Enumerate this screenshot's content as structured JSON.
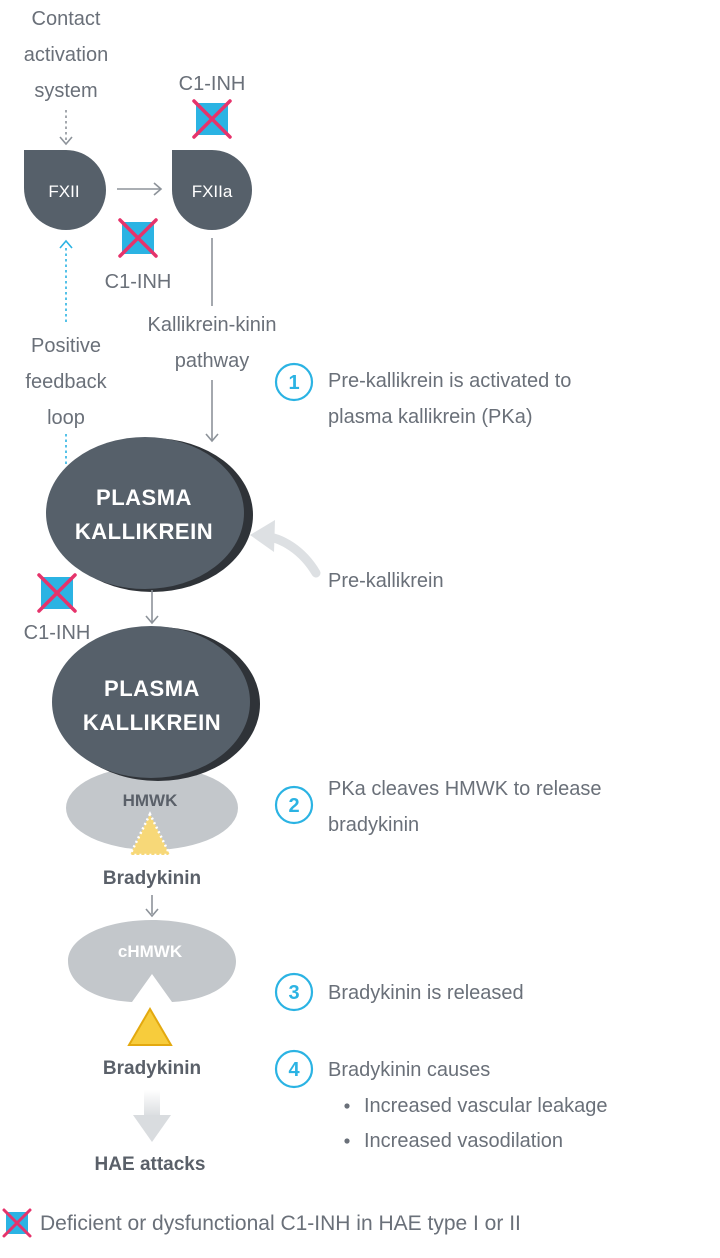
{
  "colors": {
    "node_dark": "#56606a",
    "node_shadow": "#2f3338",
    "hmwk_gray": "#c3c7cb",
    "accent_blue": "#2bb3e3",
    "inhibitor_red": "#e6336b",
    "triangle_yellow": "#f7cc3c",
    "text_gray": "#6a7079"
  },
  "top": {
    "contact_activation": [
      "Contact",
      "activation",
      "system"
    ],
    "fxii": "FXII",
    "fxiia": "FXIIa",
    "c1inh_top": "C1-INH",
    "c1inh_mid": "C1-INH",
    "kk_pathway": [
      "Kallikrein-kinin",
      "pathway"
    ],
    "positive_feedback": [
      "Positive",
      "feedback",
      "loop"
    ]
  },
  "kallikrein_1": [
    "PLASMA",
    "KALLIKREIN"
  ],
  "pre_kallikrein": "Pre-kallikrein",
  "c1inh_low": "C1-INH",
  "kallikrein_2": [
    "PLASMA",
    "KALLIKREIN"
  ],
  "hmwk": "HMWK",
  "bradykinin_1": "Bradykinin",
  "chmwk": "cHMWK",
  "bradykinin_2": "Bradykinin",
  "hae_attacks": "HAE attacks",
  "steps": [
    {
      "num": "1",
      "lines": [
        "Pre-kallikrein is activated to",
        "plasma kallikrein (PKa)"
      ]
    },
    {
      "num": "2",
      "lines": [
        "PKa cleaves HMWK to release",
        "bradykinin"
      ]
    },
    {
      "num": "3",
      "lines": [
        "Bradykinin is released"
      ]
    },
    {
      "num": "4",
      "lines": [
        "Bradykinin causes"
      ],
      "bullets": [
        "Increased vascular leakage",
        "Increased vasodilation"
      ]
    }
  ],
  "legend": "Deficient or dysfunctional C1-INH in HAE type I or II"
}
